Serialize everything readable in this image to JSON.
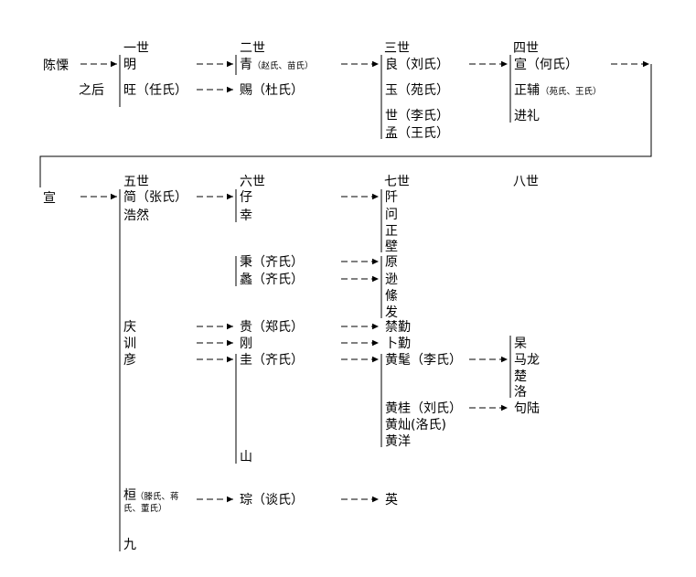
{
  "generation_headers": [
    "一世",
    "二世",
    "三世",
    "四世",
    "五世",
    "六世",
    "七世",
    "八世"
  ],
  "row1": {
    "ancestor": "陈慄",
    "ancestor_suffix": "之后",
    "gen1": [
      "明",
      "旺（任氏）"
    ],
    "gen2": {
      "qing_name": "青",
      "qing_wives": "（赵氏、苗氏）",
      "ci": "赐（杜氏）"
    },
    "gen3": [
      "良（刘氏）",
      "玉（苑氏）",
      "世（李氏）",
      "孟（王氏）"
    ],
    "gen4": {
      "xuan": "宣（何氏）",
      "zhengfu_name": "正辅",
      "zhengfu_wives": "（苑氏、王氏）",
      "jinli": "进礼"
    }
  },
  "row2": {
    "start": "宣",
    "gen5": {
      "jian": "简（张氏）",
      "haoran": "浩然",
      "qing": "庆",
      "xun": "训",
      "yan": "彦",
      "huan_name": "桓",
      "huan_wives_1": "（滕氏、蒋",
      "huan_wives_2": "氏、董氏）",
      "jiu": "九"
    },
    "gen6": {
      "zi": "仔",
      "xing": "幸",
      "bing": "秉（齐氏）",
      "li": "蠡（齐氏）",
      "gui": "贵（郑氏）",
      "gang": "刚",
      "gui2": "圭（齐氏）",
      "shan": "山",
      "cong": "琮（谈氏）"
    },
    "gen7": {
      "qian": "阡",
      "wen": "问",
      "zheng": "正",
      "bi": "壁",
      "yuan": "原",
      "xun": "逊",
      "tiao": "絛",
      "fa": "发",
      "jinqin": "禁勤",
      "buqin": "卜勤",
      "huangmao": "黄髦（李氏）",
      "huanggui": "黄桂（刘氏）",
      "huangcan": "黄灿(洛氏)",
      "huangyang": "黄洋",
      "ying": "英"
    },
    "gen8": [
      "杲",
      "马龙",
      "楚",
      "洛",
      "句陆"
    ]
  }
}
